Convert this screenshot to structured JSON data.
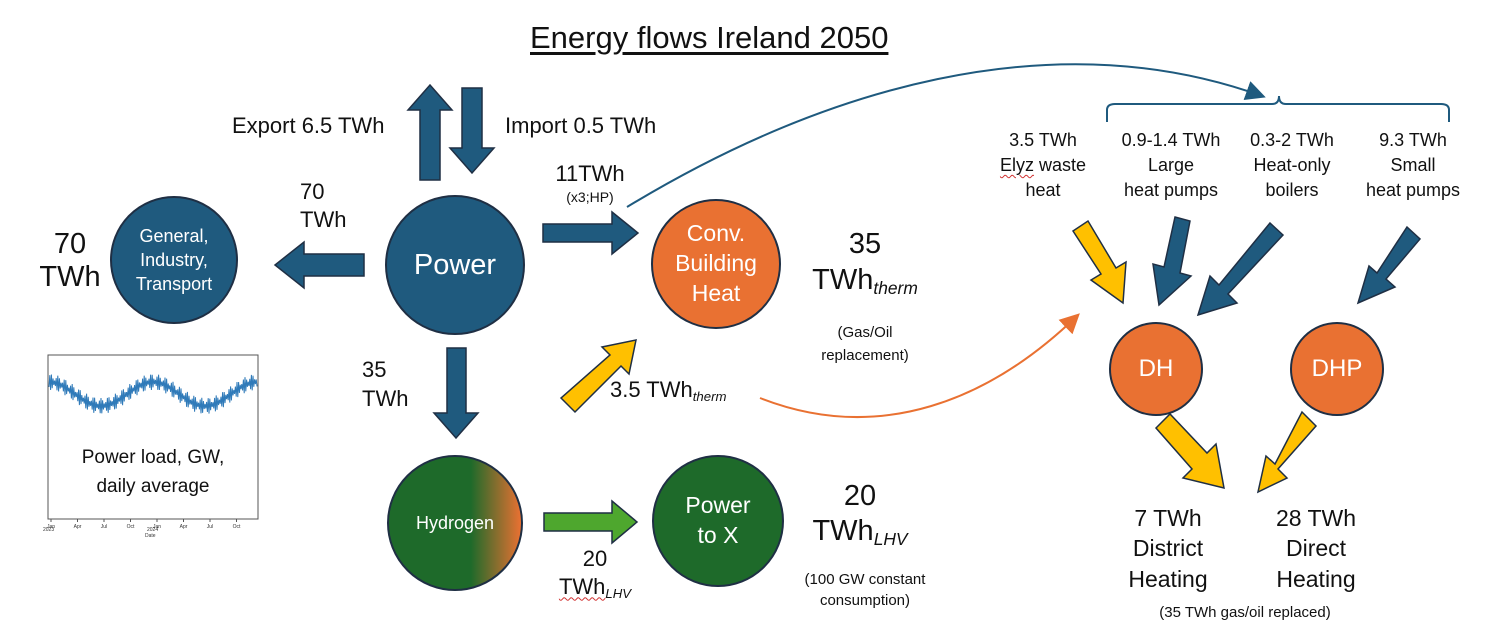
{
  "title": "Energy flows Ireland 2050",
  "nodes": {
    "general": "General, Industry, Transport",
    "power": "Power",
    "building_heat": "Conv. Building Heat",
    "hydrogen": "Hydrogen",
    "power_to_x": "Power to X",
    "dh": "DH",
    "dhp": "DHP"
  },
  "labels": {
    "export": "Export 6.5 TWh",
    "import": "Import 0.5 TWh",
    "general_total_value": "70",
    "general_total_unit": "TWh",
    "power_to_general_value": "70",
    "power_to_general_unit": "TWh",
    "power_to_heat_value": "11TWh",
    "power_to_heat_note": "(x3;HP)",
    "heat_total_value": "35",
    "heat_total_unit": "TWh",
    "heat_total_sub": "therm",
    "heat_note_1": "(Gas/Oil",
    "heat_note_2": "replacement)",
    "power_to_h2_value": "35",
    "power_to_h2_unit": "TWh",
    "h2_heat_value": "3.5 TWh",
    "h2_heat_sub": "therm",
    "h2_ptx_value": "20",
    "h2_ptx_unit": "TWh",
    "h2_ptx_sub": "LHV",
    "ptx_total_value": "20",
    "ptx_total_unit": "TWh",
    "ptx_total_sub": "LHV",
    "ptx_note_1": "(100 GW constant",
    "ptx_note_2": "consumption)"
  },
  "heat_sources": [
    {
      "line1": "3.5 TWh",
      "line2_a": "Elyz",
      "line2_b": " waste",
      "line3": "heat"
    },
    {
      "line1": "0.9-1.4 TWh",
      "line2": "Large",
      "line3": "heat pumps"
    },
    {
      "line1": "0.3-2 TWh",
      "line2": "Heat-only",
      "line3": "boilers"
    },
    {
      "line1": "9.3 TWh",
      "line2": "Small",
      "line3": "heat pumps"
    }
  ],
  "outputs": {
    "district": {
      "value": "7 TWh",
      "line2": "District",
      "line3": "Heating"
    },
    "direct": {
      "value": "28 TWh",
      "line2": "Direct",
      "line3": "Heating"
    },
    "note": "(35 TWh gas/oil replaced)"
  },
  "inset_chart": {
    "caption_1": "Power load, GW,",
    "caption_2": "daily average",
    "x_ticks": [
      "Jan",
      "Apr",
      "Jul",
      "Oct",
      "Jan",
      "Apr",
      "Jul",
      "Oct"
    ],
    "year_labels": [
      "2023",
      "2024"
    ],
    "xlabel": "Date"
  },
  "colors": {
    "blue": "#1f5a7e",
    "orange": "#e97132",
    "yellow": "#ffc000",
    "green": "#1e6a2a",
    "light_green": "#4ea72e"
  }
}
